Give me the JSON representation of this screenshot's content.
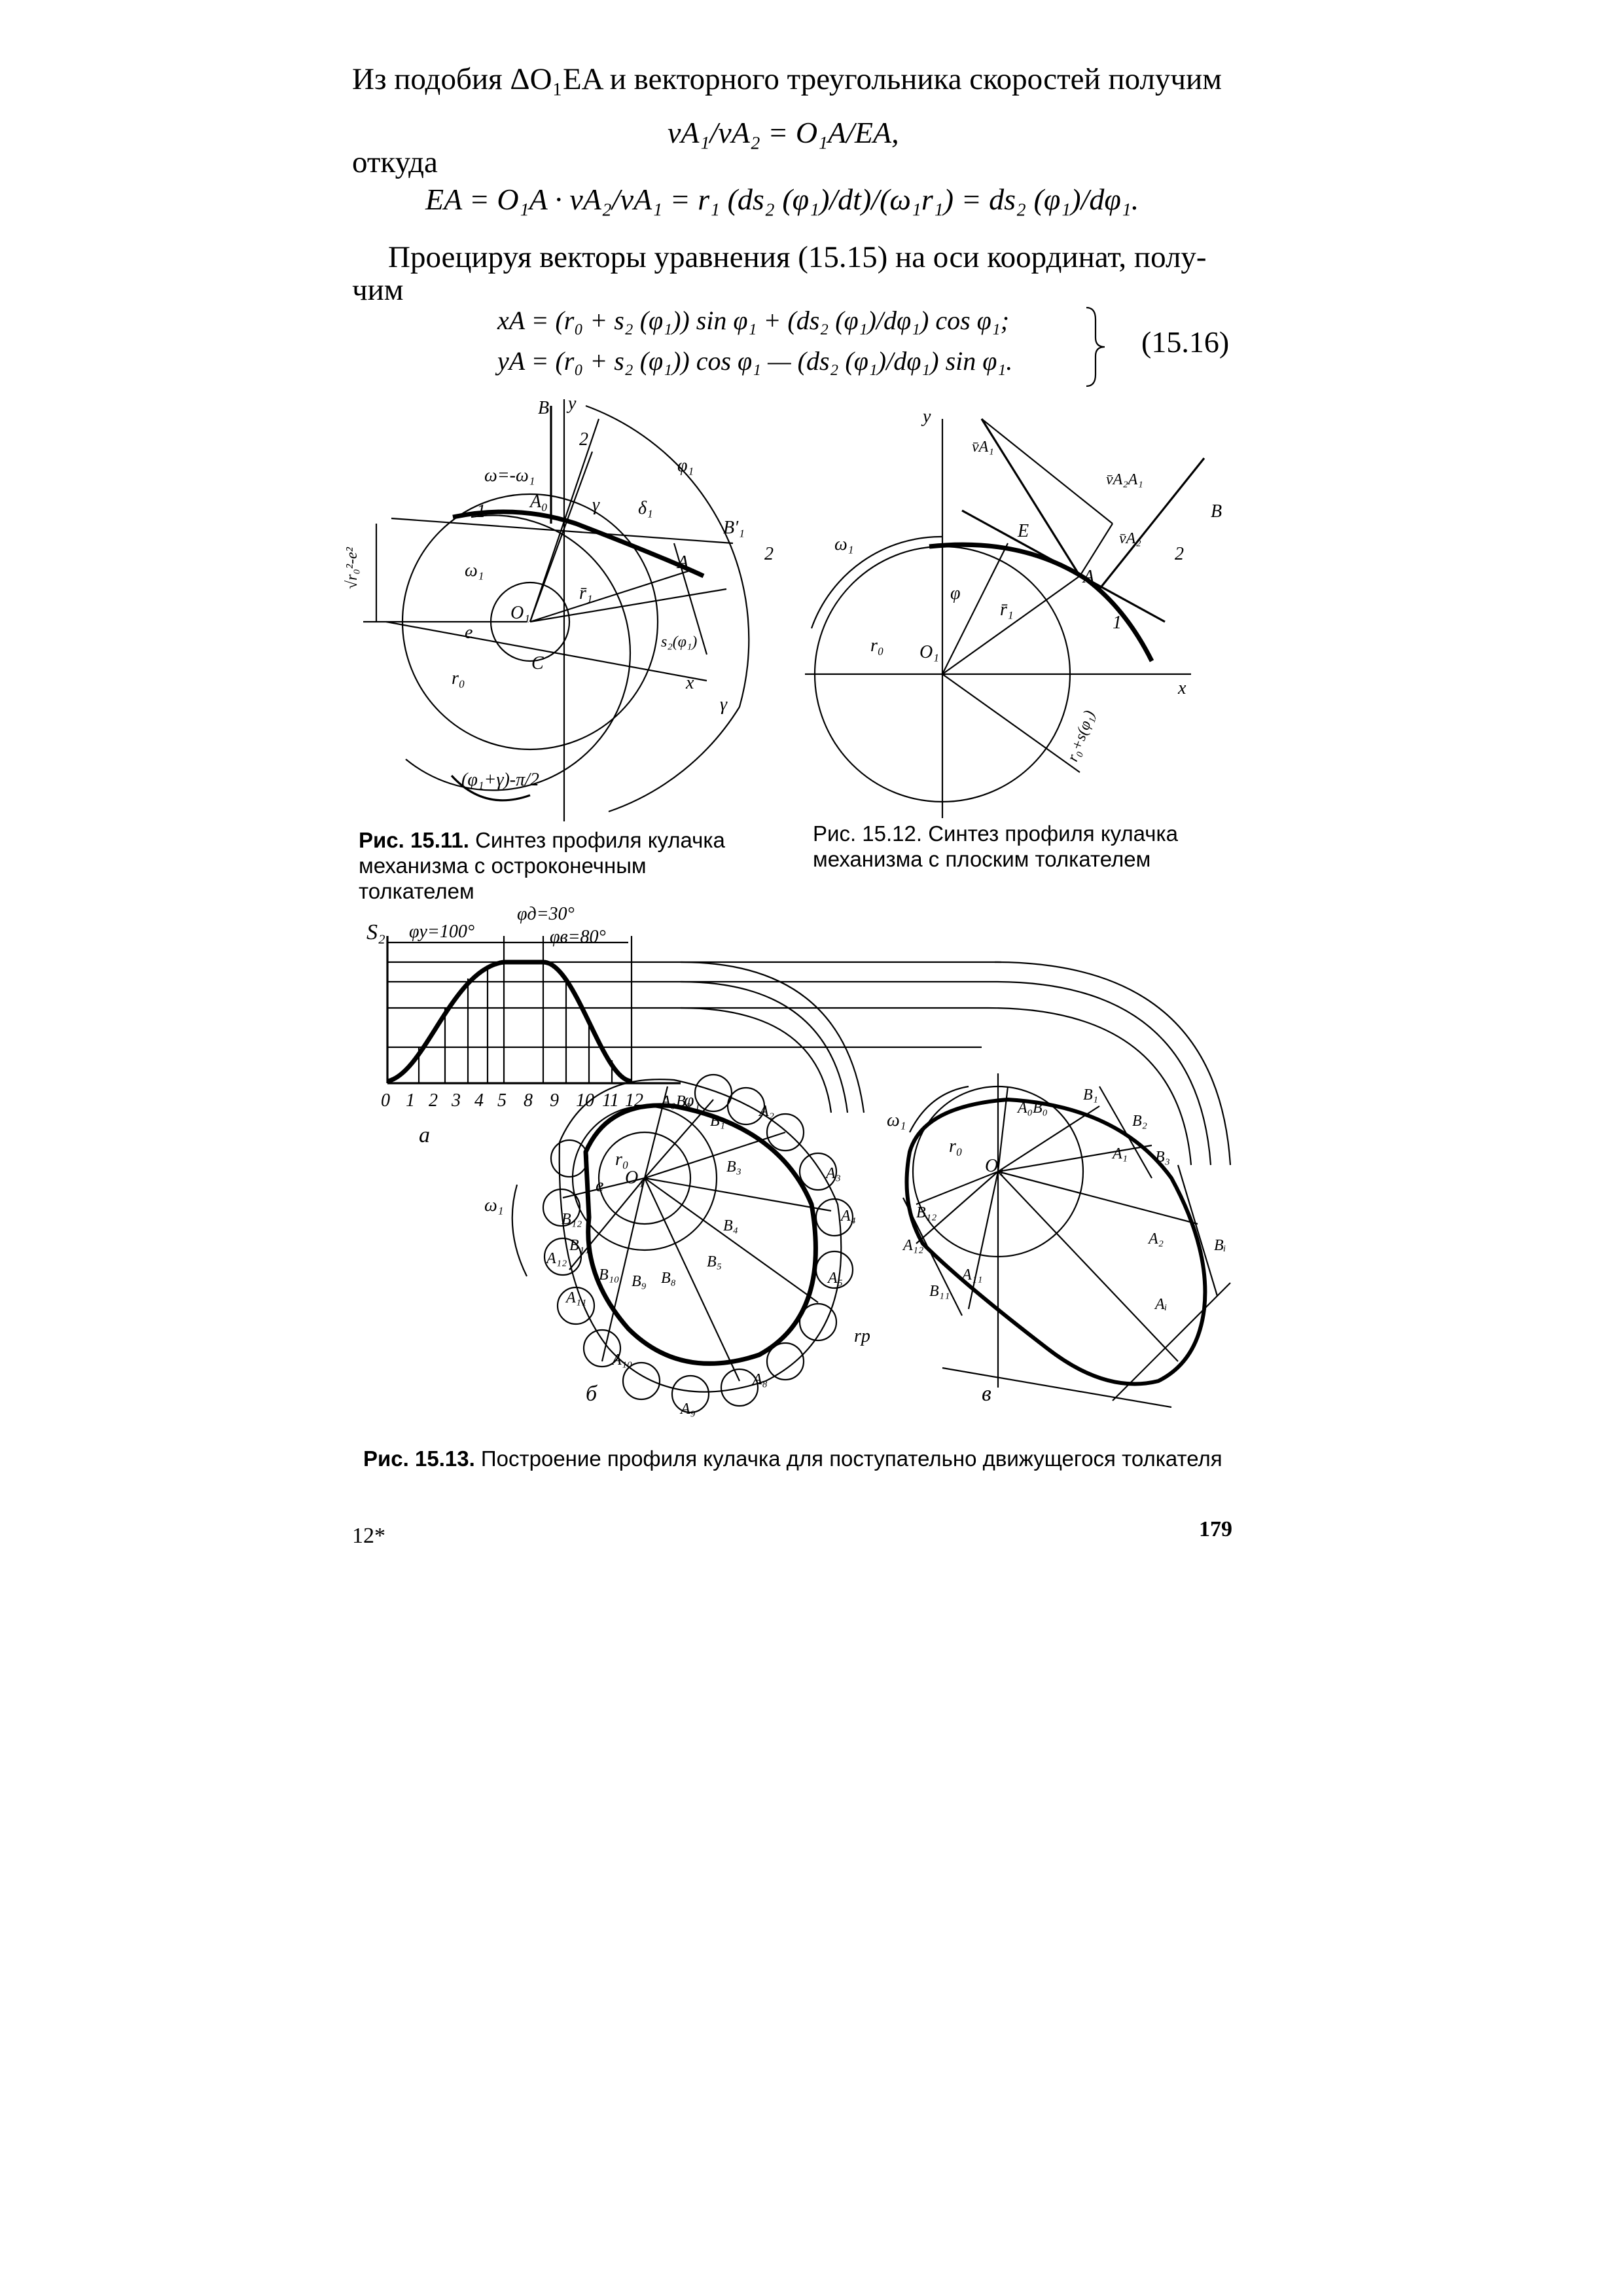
{
  "text": {
    "line1": "Из подобия ΔO₁EA и векторного треугольника скоростей получим",
    "eq1": "vA₁/vA₂ = O₁A/EA,",
    "line2": "откуда",
    "eq2": "EA = O₁A · vA₂/vA₁ = r₁ (ds₂ (φ₁)/dt)/(ω₁r₁) = ds₂ (φ₁)/dφ₁.",
    "line3a": "Проецируя векторы уравнения (15.15) на оси координат, полу-",
    "line3b": "чим",
    "eq3a": "xA = (r₀ + s₂ (φ₁)) sin φ₁ + (ds₂ (φ₁)/dφ₁) cos φ₁;",
    "eq3b": "yA = (r₀ + s₂ (φ₁)) cos φ₁ — (ds₂ (φ₁)/dφ₁) sin φ₁.",
    "eqnum": "(15.16)"
  },
  "captions": {
    "fig11_num": "Рис. 15.11.",
    "fig11_text": "Синтез профиля кулачка механизма с остроконечным толкателем",
    "fig12_num": "Рис. 15.12.",
    "fig12_text": "Синтез профиля кулачка механизма с плоским толкателем",
    "fig13_num": "Рис. 15.13.",
    "fig13_text": "Построение профиля кулачка для поступательно движущегося толкателя"
  },
  "footer": {
    "left": "12*",
    "right": "179"
  },
  "fig11_labels": {
    "B": "B",
    "y": "y",
    "two_top": "2",
    "omega_eq": "ω=-ω₁",
    "phi1": "φ₁",
    "one": "1",
    "A0": "A₀",
    "gamma": "γ",
    "delta1": "δ₁",
    "Bprime": "B′₁",
    "two_r": "2",
    "omega1": "ω₁",
    "A": "A",
    "O1": "O₁",
    "r1": "r̄₁",
    "e": "e",
    "x": "x",
    "C": "C",
    "r0": "r₀",
    "s2": "s₂(φ₁)",
    "gamma2": "γ",
    "bottom": "(φ₁+γ)-π/2",
    "side": "√r₀²-e²"
  },
  "fig12_labels": {
    "y": "y",
    "vA1": "v̄A₁",
    "vA2A1": "v̄A₂A₁",
    "vA2": "v̄A₂",
    "B": "B",
    "two": "2",
    "E": "E",
    "A": "A",
    "omega1": "ω₁",
    "phi": "φ",
    "r1": "r̄₁",
    "one": "1",
    "r0": "r₀",
    "O1": "O₁",
    "x": "x",
    "r0s": "r₀+s(φ₁)"
  },
  "fig13_labels": {
    "s2": "S₂",
    "phiy": "φу=100°",
    "phid": "φд=30°",
    "phib": "φв=80°",
    "phi1": "φ₁",
    "a": "a",
    "b": "б",
    "v": "в",
    "r0": "r₀",
    "O1": "O₁",
    "e": "e",
    "omega1": "ω₁",
    "rp": "rр",
    "ticks": [
      "0",
      "1",
      "2",
      "3",
      "4",
      "5",
      "8",
      "9",
      "10",
      "11",
      "12"
    ],
    "A0B0": "A₀B₀",
    "A1": "A₁",
    "A2": "A₂",
    "A3": "A₃",
    "A4": "A₄",
    "A5": "A₅",
    "A8": "A₈",
    "A9": "A₉",
    "A10": "A₁₀",
    "A11": "A₁₁",
    "A12": "A₁₂",
    "B1": "B₁",
    "B2": "B₂",
    "B3": "B₃",
    "B4": "B₄",
    "B5": "B₅",
    "B8": "B₈",
    "B9": "B₉",
    "B10": "B₁₀",
    "B11": "B₁₁",
    "B12": "B₁₂",
    "Bi": "Bᵢ",
    "Ai": "Aᵢ"
  }
}
